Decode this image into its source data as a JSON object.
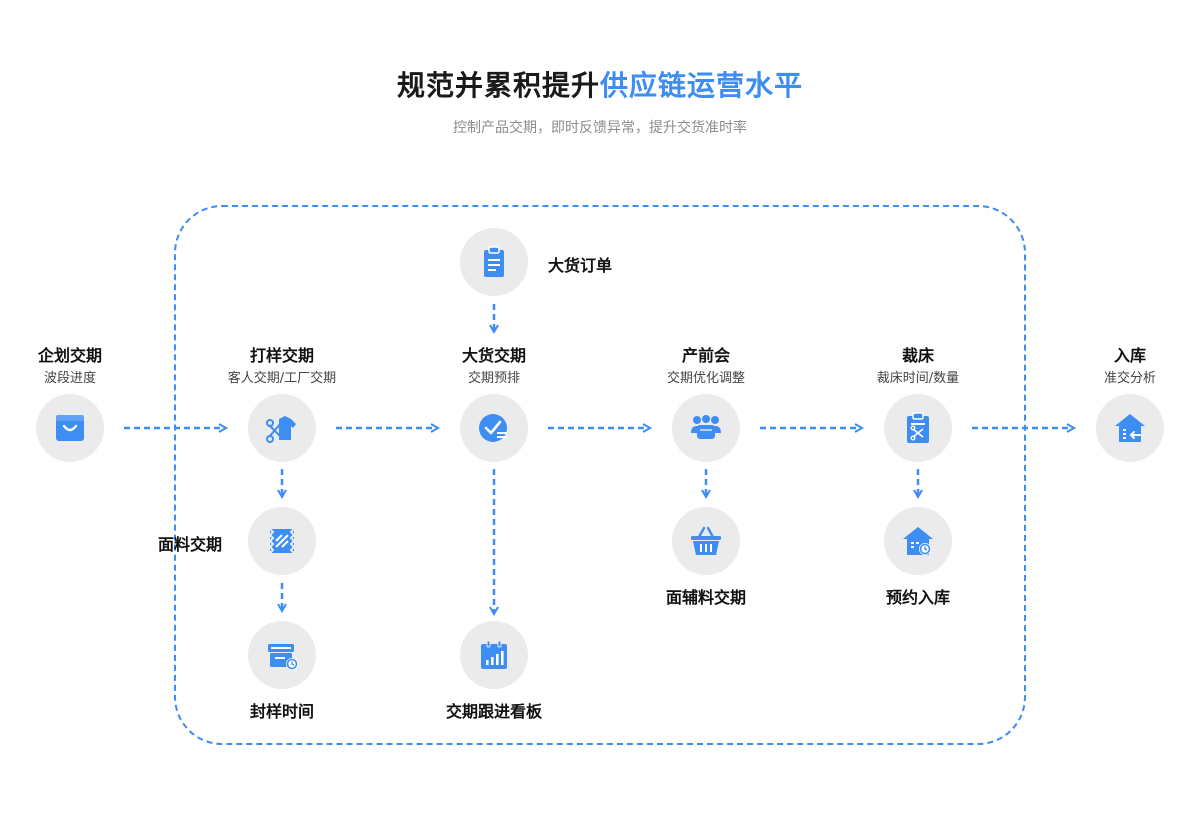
{
  "header": {
    "title_main": "规范并累积提升",
    "title_accent": "供应链运营水平",
    "subtitle": "控制产品交期，即时反馈异常，提升交货准时率"
  },
  "flow": {
    "planning": {
      "title": "企划交期",
      "sub": "波段进度",
      "icon": "shopping-bag-icon"
    },
    "sample": {
      "title": "打样交期",
      "sub": "客人交期/工厂交期",
      "icon": "scissors-shirt-icon"
    },
    "bulk": {
      "title": "大货交期",
      "sub": "交期预排",
      "icon": "check-schedule-icon"
    },
    "preprod": {
      "title": "产前会",
      "sub": "交期优化调整",
      "icon": "meeting-people-icon"
    },
    "cutting": {
      "title": "裁床",
      "sub": "裁床时间/数量",
      "icon": "cutting-clipboard-icon"
    },
    "warehouse": {
      "title": "入库",
      "sub": "准交分析",
      "icon": "warehouse-return-icon"
    }
  },
  "branches": {
    "bulk_order": {
      "label": "大货订单",
      "icon": "document-icon"
    },
    "fabric": {
      "label": "面料交期",
      "icon": "fabric-icon"
    },
    "seal_time": {
      "label": "封样时间",
      "icon": "sealed-box-clock-icon"
    },
    "tracking_board": {
      "label": "交期跟进看板",
      "icon": "bar-chart-calendar-icon"
    },
    "accessories": {
      "label": "面辅料交期",
      "icon": "basket-icon"
    },
    "booking": {
      "label": "预约入库",
      "icon": "warehouse-clock-icon"
    }
  },
  "colors": {
    "accent": "#3e8df2",
    "circle_bg": "#ebebeb"
  }
}
